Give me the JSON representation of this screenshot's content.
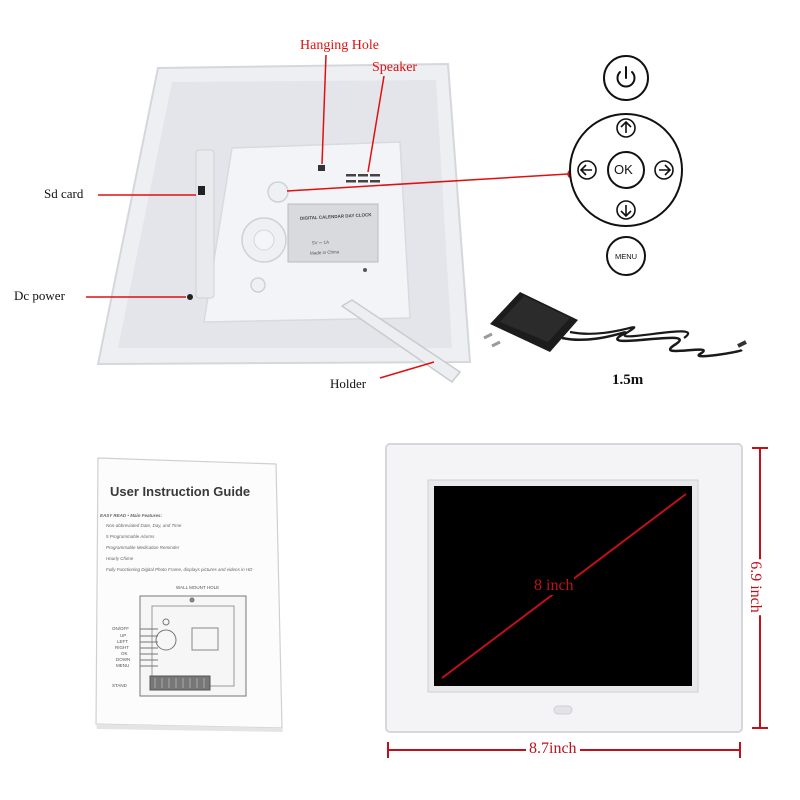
{
  "callouts": {
    "hanging_hole": "Hanging Hole",
    "speaker": "Speaker",
    "sd_card": "Sd card",
    "dc_power": "Dc power",
    "holder": "Holder"
  },
  "cable_length": "1.5m",
  "buttons": {
    "ok": "OK",
    "menu": "MENU"
  },
  "sticker": {
    "line1": "DIGITAL CALENDAR DAY CLOCK",
    "line2": "5V ⎓ 1A",
    "line3": "Made in China"
  },
  "manual": {
    "title": "User Instruction Guide",
    "intro": "EASY READ • Main Features:",
    "features": [
      "Non-abbreviated Date, Day, and Time",
      "5 Programmable Alarms",
      "Programmable Medication Reminder",
      "Hourly Chime",
      "Fully Functioning Digital Photo Frame, displays pictures and videos in HD"
    ],
    "wall_mount": "WALL MOUNT HOLE",
    "controls": [
      "ON/OFF",
      "UP",
      "LEFT",
      "RIGHT",
      "OK",
      "DOWN",
      "MENU"
    ],
    "stand": "STAND"
  },
  "dimensions": {
    "diagonal": "8 inch",
    "height": "6.9 inch",
    "width": "8.7inch"
  },
  "colors": {
    "callout": "#e01010",
    "dimension": "#c0101a",
    "frame": "#f4f4f6",
    "screen": "#000000"
  }
}
